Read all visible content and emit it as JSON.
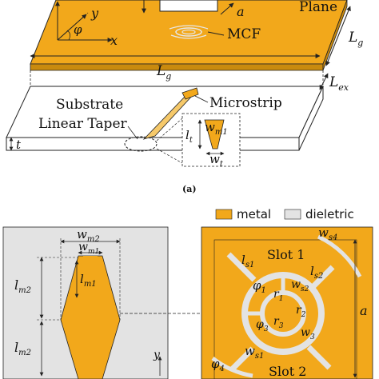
{
  "colors": {
    "metal": "#F2A81B",
    "dielectric": "#E3E3E3",
    "background": "#FFFFFF",
    "line": "#222222"
  },
  "labels_a": {
    "plane": "Plane",
    "a": "a",
    "mcf": "MCF",
    "lg_right": "L",
    "lg_right_sub": "g",
    "lg_bottom": "L",
    "lg_bottom_sub": "g",
    "lex": "L",
    "lex_sub": "ex",
    "substrate": "Substrate",
    "linear_taper": "Linear Taper",
    "microstrip": "Microstrip",
    "wm1": "w",
    "wm1_sub": "m1",
    "lt": "l",
    "lt_sub": "t",
    "wt": "w",
    "wt_sub": "t",
    "t": "t",
    "axis_y": "y",
    "axis_x": "x",
    "phi": "φ"
  },
  "caption_a": "(a)",
  "legend": {
    "metal": "metal",
    "dielectric": "dieletric"
  },
  "labels_b": {
    "wm2": "w",
    "wm2_sub": "m2",
    "wm1": "w",
    "wm1_sub": "m1",
    "lm2_top": "l",
    "lm2_top_sub": "m2",
    "lm1": "l",
    "lm1_sub": "m1",
    "lm2_bottom": "l",
    "lm2_bottom_sub": "m2",
    "axis_y": "y"
  },
  "labels_c": {
    "ws4": "w",
    "ws4_sub": "s4",
    "ls1": "l",
    "ls1_sub": "s1",
    "slot1": "Slot 1",
    "ls2": "l",
    "ls2_sub": "s2",
    "ws2": "w",
    "ws2_sub": "s2",
    "phi1": "φ",
    "phi1_sub": "1",
    "r1": "r",
    "r1_sub": "1",
    "r2": "r",
    "r2_sub": "2",
    "phi3": "φ",
    "phi3_sub": "3",
    "r3": "r",
    "r3_sub": "3",
    "ws3": "w",
    "ws3_sub": "3",
    "a": "a",
    "ws1": "w",
    "ws1_sub": "s1",
    "phi4": "φ",
    "phi4_sub": "4",
    "slot2": "Slot 2"
  }
}
